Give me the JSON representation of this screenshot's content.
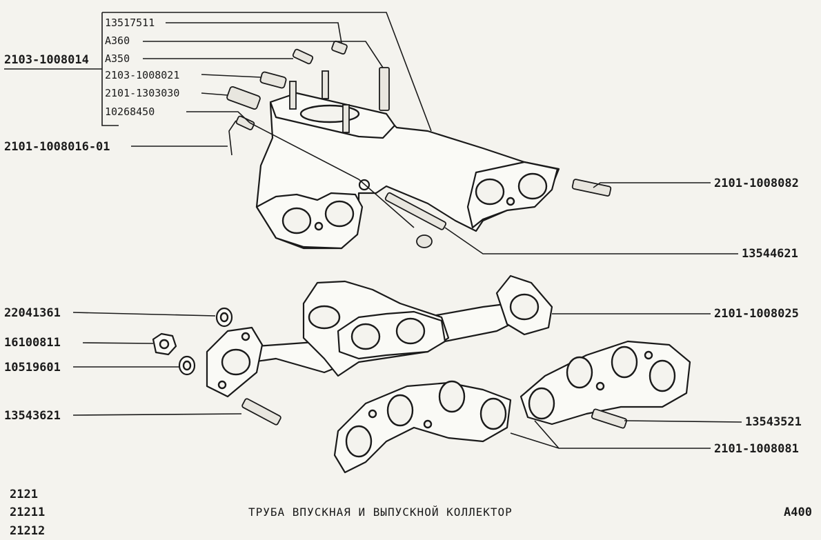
{
  "labels": {
    "assembly_main": "2103-1008014",
    "part_13517511": "13517511",
    "part_a360": "A360",
    "part_a350": "A350",
    "part_2103_1008021": "2103-1008021",
    "part_2101_1303030": "2101-1303030",
    "part_10268450": "10268450",
    "part_2101_1008016_01": "2101-1008016-01",
    "part_2101_1008082": "2101-1008082",
    "part_13544621": "13544621",
    "part_22041361": "22041361",
    "part_16100811": "16100811",
    "part_10519601": "10519601",
    "part_13543621": "13543621",
    "part_2101_1008025": "2101-1008025",
    "part_13543521": "13543521",
    "part_2101_1008081": "2101-1008081"
  },
  "footer": {
    "models": [
      "2121",
      "21211",
      "21212"
    ],
    "title": "ТРУБА ВПУСКНАЯ И ВЫПУСКНОЙ КОЛЛЕКТОР",
    "page_code": "A400"
  }
}
